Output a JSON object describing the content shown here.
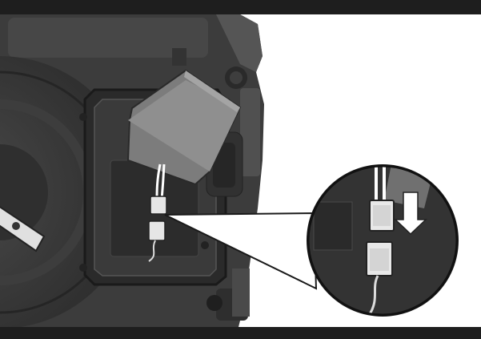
{
  "figure": {
    "subject": "battery-replacement-illustration",
    "colors": {
      "frame": "#1e1e1e",
      "housing_dark": "#3a3a3a",
      "housing_mid": "#575757",
      "housing_light": "#6e6e6e",
      "battery": "#7c7c7c",
      "battery_top": "#9a9a9a",
      "wire_white": "#f2f2f2",
      "connector": "#e8e8e8",
      "arrow": "#ffffff",
      "background": "#ffffff"
    },
    "icons": [
      "battery",
      "cable-connector",
      "down-arrow",
      "magnifier-callout"
    ]
  }
}
